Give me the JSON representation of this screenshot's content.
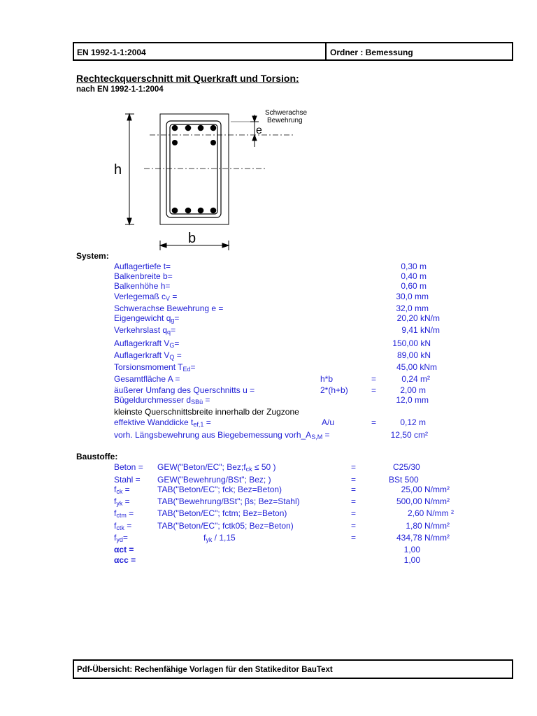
{
  "header": {
    "norm": "EN 1992-1-1:2004",
    "folder": "Ordner : Bemessung"
  },
  "title": "Rechteckquerschnitt mit Querkraft und Torsion:",
  "subtitle": "nach EN 1992-1-1:2004",
  "figure": {
    "label_axis": "Schwerachse",
    "label_reinf": "Bewehrung",
    "label_e": "e",
    "label_h": "h",
    "label_b": "b"
  },
  "system": {
    "heading": "System:",
    "rows": [
      {
        "label": "Auflagertiefe t=",
        "value": "0,30 m"
      },
      {
        "label": "Balkenbreite b=",
        "value": "0,40 m"
      },
      {
        "label": "Balkenhöhe h=",
        "value": "0,60 m"
      },
      {
        "label_main": "Verlegemaß c",
        "label_sub": "V",
        "label_tail": " =",
        "value": "30,0 mm"
      },
      {
        "label": "Schwerachse Bewehrung e =",
        "value": "32,0 mm"
      },
      {
        "label_main": "Eigengewicht q",
        "label_sub": "g",
        "label_tail": "=",
        "value": "20,20 kN/m"
      },
      {
        "label_main": "Verkehrslast q",
        "label_sub": "q",
        "label_tail": "=",
        "value": "9,41 kN/m"
      },
      {
        "label_main": "Auflagerkraft V",
        "label_sub": "G",
        "label_tail": "=",
        "value": "150,00 kN"
      },
      {
        "label_main": "Auflagerkraft V",
        "label_sub": "Q",
        "label_tail": " =",
        "value": "89,00 kN"
      },
      {
        "label_main": "Torsionsmoment T",
        "label_sub": "Ed",
        "label_tail": "=",
        "value": "45,00 kNm"
      },
      {
        "label": "Gesamtfläche A =",
        "formula": "h*b",
        "eq": "=",
        "value": "0,24 m²"
      },
      {
        "label": "äußerer Umfang des Querschnitts u =",
        "formula": "2*(h+b)",
        "eq": "=",
        "value": "2,00 m"
      },
      {
        "label_main": "Bügeldurchmesser d",
        "label_sub": "SBü",
        "label_tail": " =",
        "value": "12,0 mm"
      },
      {
        "label": "kleinste  Querschnittsbreite innerhalb der Zugzone"
      },
      {
        "label_main": "effektive Wanddicke t",
        "label_sub": "ef,1",
        "label_tail": " =",
        "formula": "A/u",
        "eq": "=",
        "value": "0,12 m"
      },
      {
        "label_main": "vorh. Längsbewehrung aus Biegebemessung vorh_A",
        "label_sub": "S,M",
        "label_tail": " =",
        "value": "12,50 cm²"
      }
    ]
  },
  "materials": {
    "heading": "Baustoffe:",
    "rows": [
      {
        "label": "Beton =",
        "formula_main": "GEW(\"Beton/EC\"; Bez;f",
        "formula_sub": "ck",
        "formula_tail": " ≤ 50 )",
        "eq": "=",
        "value": "C25/30"
      },
      {
        "label": "Stahl =",
        "formula": "GEW(\"Bewehrung/BSt\"; Bez; )",
        "eq": "=",
        "value": "BSt 500"
      },
      {
        "label_main": "f",
        "label_sub": "ck",
        "label_tail": " =",
        "formula": "TAB(\"Beton/EC\"; fck; Bez=Beton)",
        "eq": "=",
        "value": "25,00 N/mm²"
      },
      {
        "label_main": "f",
        "label_sub": "yk",
        "label_tail": " =",
        "formula": "TAB(\"Bewehrung/BSt\"; βs; Bez=Stahl)",
        "eq": "=",
        "value": "500,00 N/mm²"
      },
      {
        "label_main": "f",
        "label_sub": "ctm",
        "label_tail": " =",
        "formula": "TAB(\"Beton/EC\"; fctm; Bez=Beton)",
        "eq": "=",
        "value": "2,60 N/mm ²"
      },
      {
        "label_main": "f",
        "label_sub": "ctk",
        "label_tail": " =",
        "formula": "TAB(\"Beton/EC\"; fctk05; Bez=Beton)",
        "eq": "=",
        "value": "1,80 N/mm²"
      },
      {
        "label_main": "f",
        "label_sub": "yd",
        "label_tail": "=",
        "formula_main": "f",
        "formula_sub": "yk",
        "formula_tail": " / 1,15",
        "eq": "=",
        "value": "434,78 N/mm²"
      },
      {
        "label_main": "α",
        "label_tail": "ct =",
        "value": "1,00"
      },
      {
        "label_main": "α",
        "label_tail": "cc =",
        "value": "1,00"
      }
    ]
  },
  "footer": "Pdf-Übersicht:  Rechenfähige Vorlagen für den Statikeditor BauText"
}
